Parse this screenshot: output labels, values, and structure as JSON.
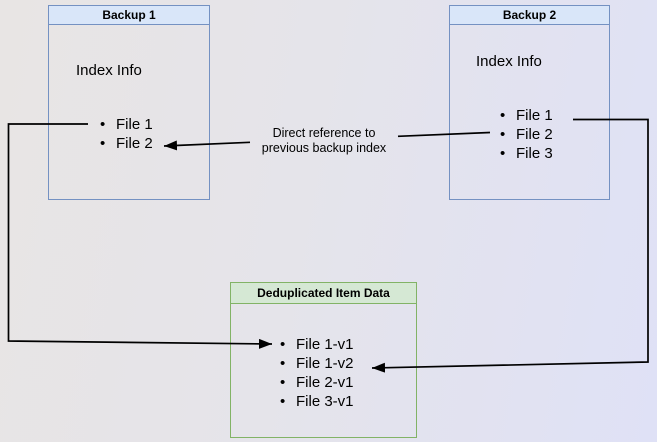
{
  "colors": {
    "background_from": "#e8e5e4",
    "background_mid": "#e5e4ea",
    "background_to": "#dfe1f6",
    "blue_node_title_fill": "#d9e6f9",
    "blue_node_border": "#7491c2",
    "green_node_title_fill": "#d5e8d4",
    "green_node_border": "#82b366",
    "arrow_color": "#000000",
    "text_color": "#000000"
  },
  "nodes": {
    "backup1": {
      "title": "Backup 1",
      "subtitle": "Index Info",
      "items": [
        "File 1",
        "File 2"
      ]
    },
    "backup2": {
      "title": "Backup 2",
      "subtitle": "Index Info",
      "items": [
        "File 1",
        "File 2",
        "File 3"
      ]
    },
    "dedup": {
      "title": "Deduplicated Item Data",
      "items": [
        "File 1-v1",
        "File 1-v2",
        "File 2-v1",
        "File 3-v1"
      ]
    }
  },
  "annotation": {
    "line1": "Direct reference to",
    "line2": "previous backup index"
  }
}
